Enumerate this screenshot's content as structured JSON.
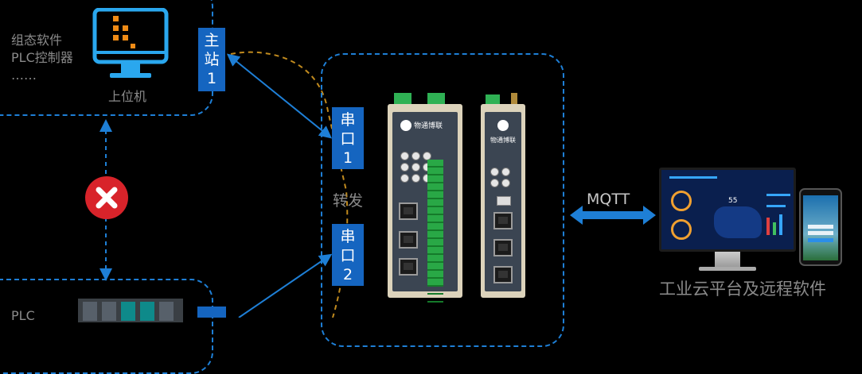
{
  "upper_computer": {
    "lines": [
      "组态软件",
      "PLC控制器",
      "……"
    ],
    "caption": "上位机"
  },
  "master_station": {
    "chars": [
      "主",
      "站",
      "1"
    ]
  },
  "serial_port_1": {
    "chars": [
      "串",
      "口",
      "1"
    ]
  },
  "serial_port_2": {
    "chars": [
      "串",
      "口",
      "2"
    ]
  },
  "forward_label": "转发",
  "device_brand": "物通博联",
  "protocol_label": "MQTT",
  "cloud_caption": "工业云平台及远程软件",
  "plc_partial_label": "PLC",
  "monitor_screen_number": "55",
  "colors": {
    "accent_blue": "#1565c0",
    "line_blue": "#1e7fd6",
    "error_red": "#d8232a",
    "orange_path": "#c08a1e",
    "device_body": "#dcd3bb"
  }
}
